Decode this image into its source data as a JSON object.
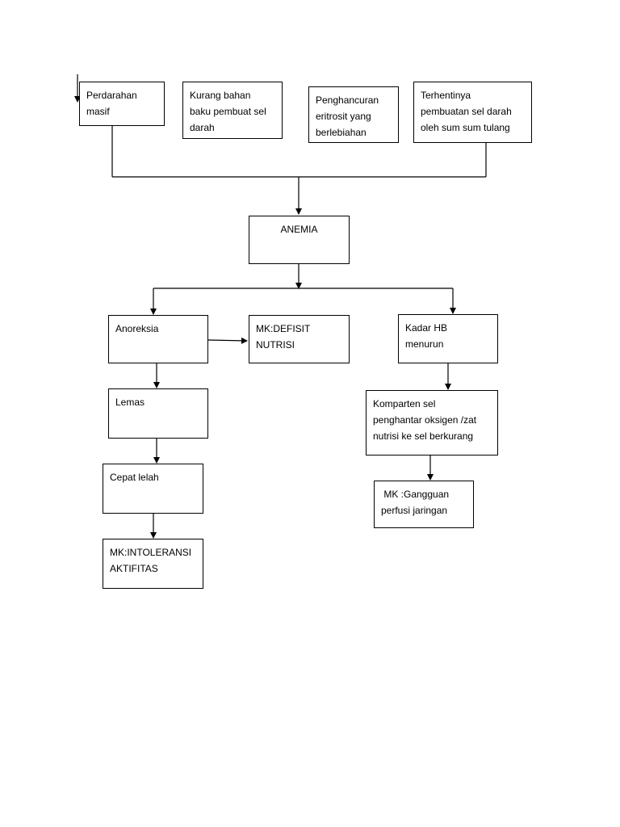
{
  "nodes": {
    "perdarahan": "Perdarahan\nmasif",
    "kurang": "Kurang bahan\nbaku pembuat sel\ndarah",
    "penghancuran": "Penghancuran\neritrosit yang\nberlebiahan",
    "terhentinya": "Terhentinya\npembuatan sel darah\noleh sum sum tulang",
    "anemia": "ANEMIA",
    "anoreksia": "Anoreksia",
    "defisit": "MK:DEFISIT\nNUTRISI",
    "kadar_hb": "Kadar HB\nmenurun",
    "lemas": "Lemas",
    "komparten": "Komparten sel\npenghantar oksigen /zat\nnutrisi ke sel berkurang",
    "cepat_lelah": "Cepat lelah",
    "gangguan": " MK :Gangguan\nperfusi jaringan",
    "intoleransi": "MK:INTOLERANSI\nAKTIFITAS"
  },
  "colors": {
    "line": "#000000",
    "box_border": "#000000"
  }
}
